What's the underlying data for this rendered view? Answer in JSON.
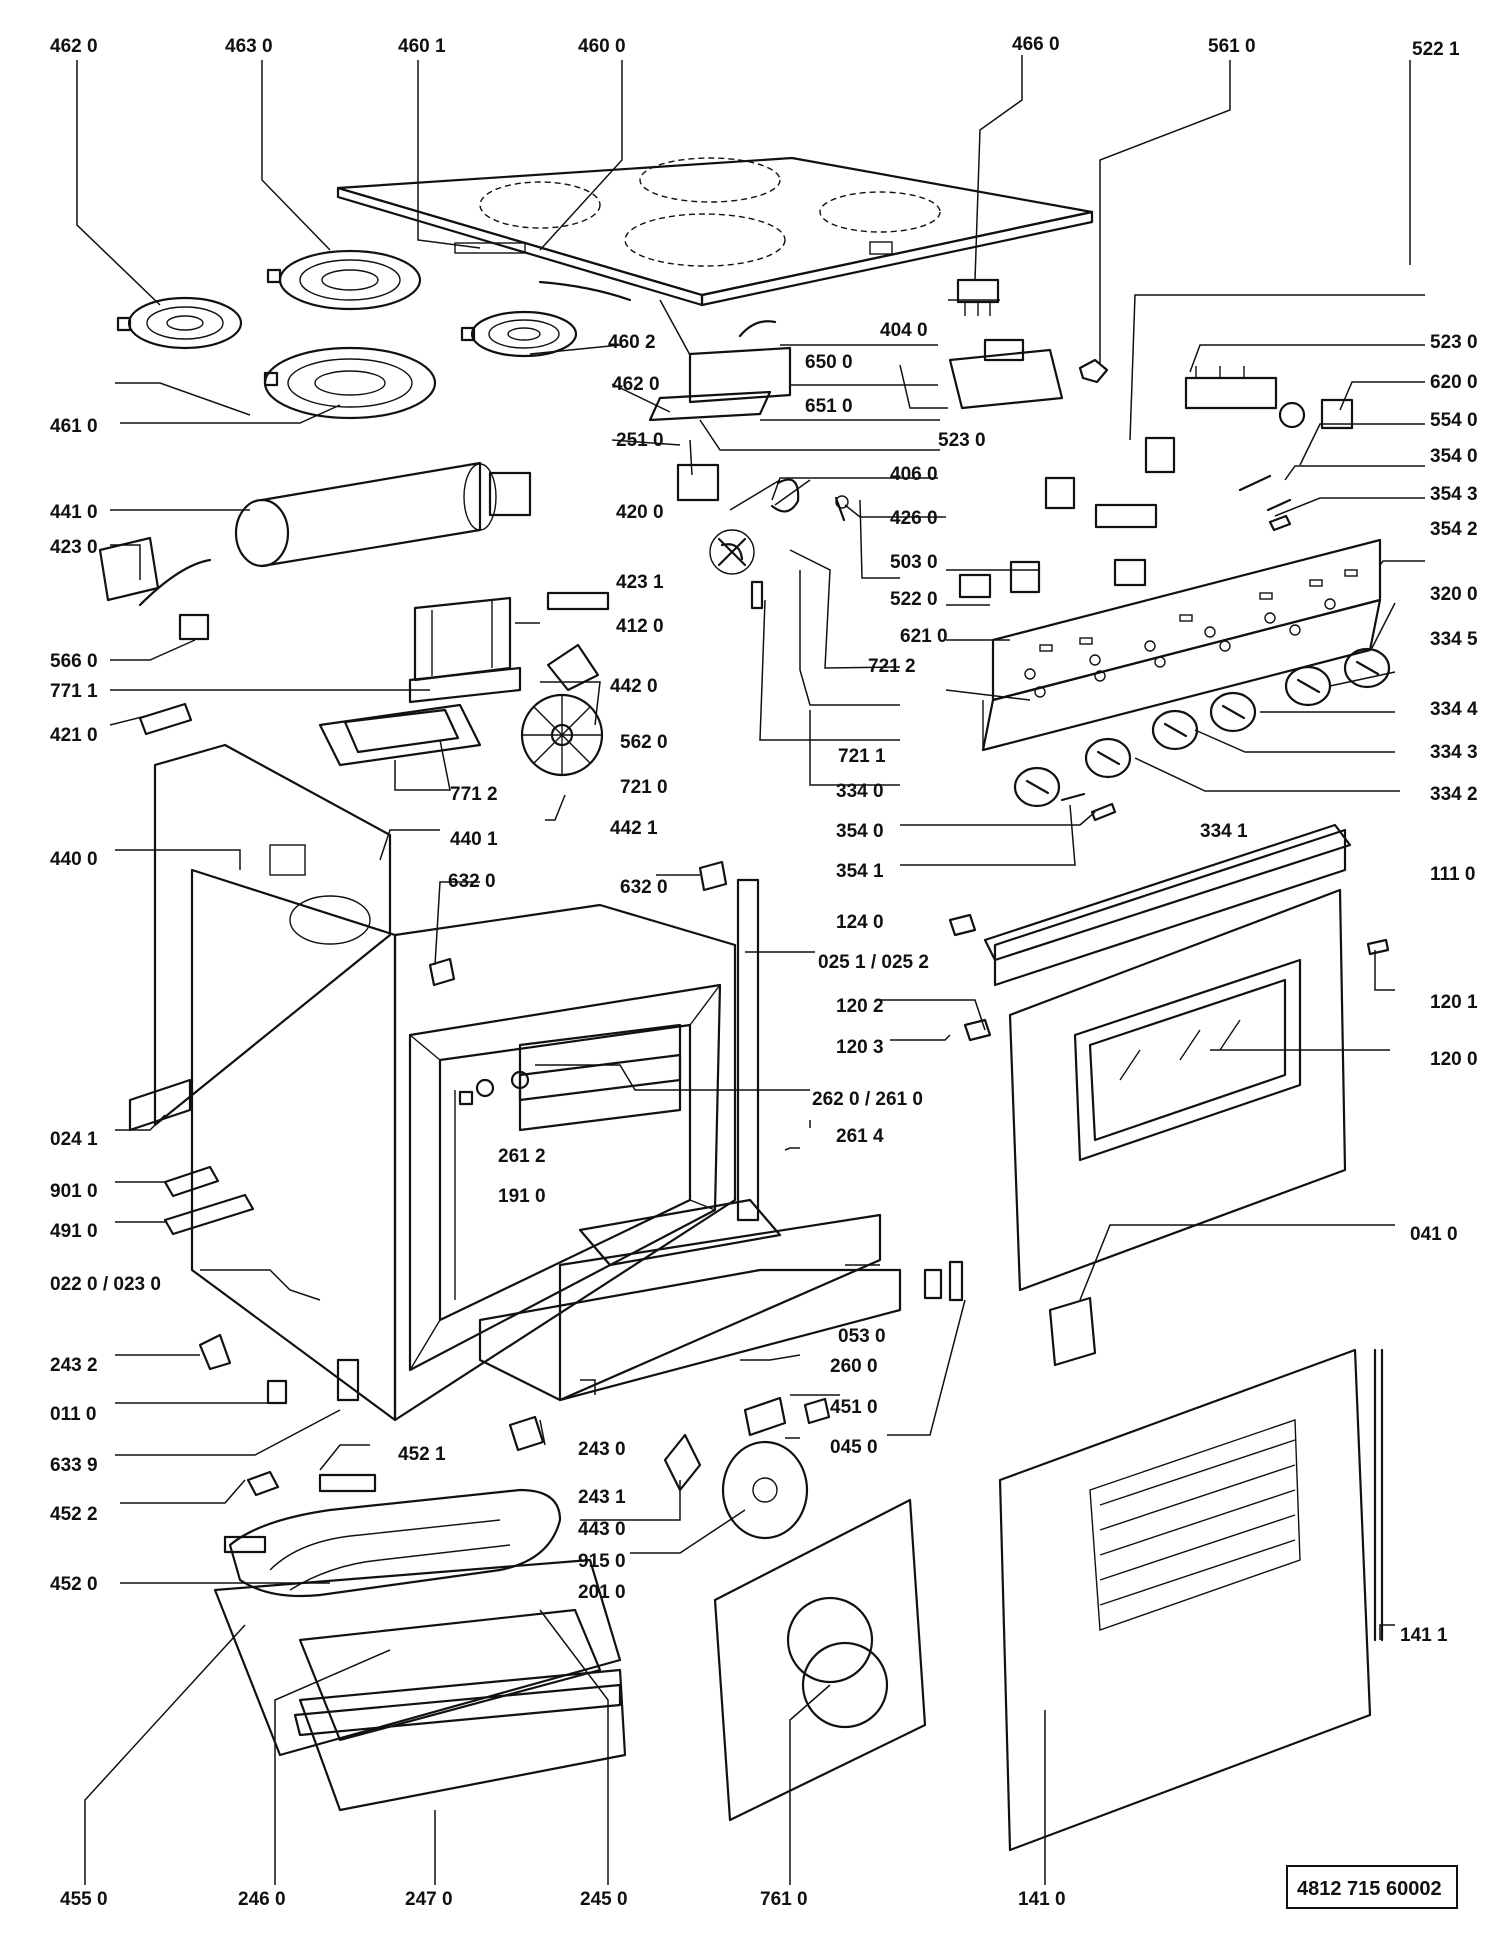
{
  "labels": {
    "l4620a": "462 0",
    "l4630": "463 0",
    "l4601": "460 1",
    "l4600": "460 0",
    "l4660": "466 0",
    "l5610": "561 0",
    "l5221a": "522 1",
    "l4040": "404 0",
    "l5230a": "523 0",
    "l4602": "460 2",
    "l6500": "650 0",
    "l4620b": "462 0",
    "l6200": "620 0",
    "l6510": "651 0",
    "l5540": "554 0",
    "l4610": "461 0",
    "l2510": "251 0",
    "l5230b": "523 0",
    "l3540a": "354 0",
    "l4060": "406 0",
    "l3543": "354 3",
    "l4410": "441 0",
    "l4200": "420 0",
    "l4260": "426 0",
    "l3542": "354 2",
    "l4230": "423 0",
    "l5030": "503 0",
    "l4231": "423 1",
    "l3200": "320 0",
    "l5220": "522 0",
    "l4120": "412 0",
    "l6210": "621 0",
    "l5660": "566 0",
    "l3345": "334 5",
    "l7212": "721 2",
    "l7711": "771 1",
    "l4420": "442 0",
    "l3344": "334 4",
    "l4210": "421 0",
    "l5620": "562 0",
    "l7211": "721 1",
    "l3343": "334 3",
    "l7712": "771 2",
    "l7210": "721 0",
    "l3340": "334 0",
    "l3342": "334 2",
    "l4421": "442 1",
    "l3540b": "354 0",
    "l3341": "334 1",
    "l4401": "440 1",
    "l3541": "354 1",
    "l4400": "440 0",
    "l6320a": "632 0",
    "l6320b": "632 0",
    "l1110": "111 0",
    "l1240": "124 0",
    "l0251": "025 1 / 025 2",
    "l1201": "120 1",
    "l1202": "120 2",
    "l1203": "120 3",
    "l1200": "120 0",
    "l0241": "024 1",
    "l2620": "262 0 / 261 0",
    "l2612": "261 2",
    "l2614": "261 4",
    "l9010": "901 0",
    "l1910": "191 0",
    "l4910": "491 0",
    "l0410": "041 0",
    "l0220": "022 0 / 023 0",
    "l0530": "053 0",
    "l2432": "243 2",
    "l2600": "260 0",
    "l0110": "011 0",
    "l4510": "451 0",
    "l2430": "243 0",
    "l0450": "045 0",
    "l6339": "633 9",
    "l4521": "452 1",
    "l2431": "243 1",
    "l4522": "452 2",
    "l4430": "443 0",
    "l9150": "915 0",
    "l4520": "452 0",
    "l2010": "201 0",
    "l1411": "141 1",
    "l4550": "455 0",
    "l2460": "246 0",
    "l2470": "247 0",
    "l2450": "245 0",
    "l7610": "761 0",
    "l1410": "141 0"
  },
  "document_number": "4812 715 60002"
}
